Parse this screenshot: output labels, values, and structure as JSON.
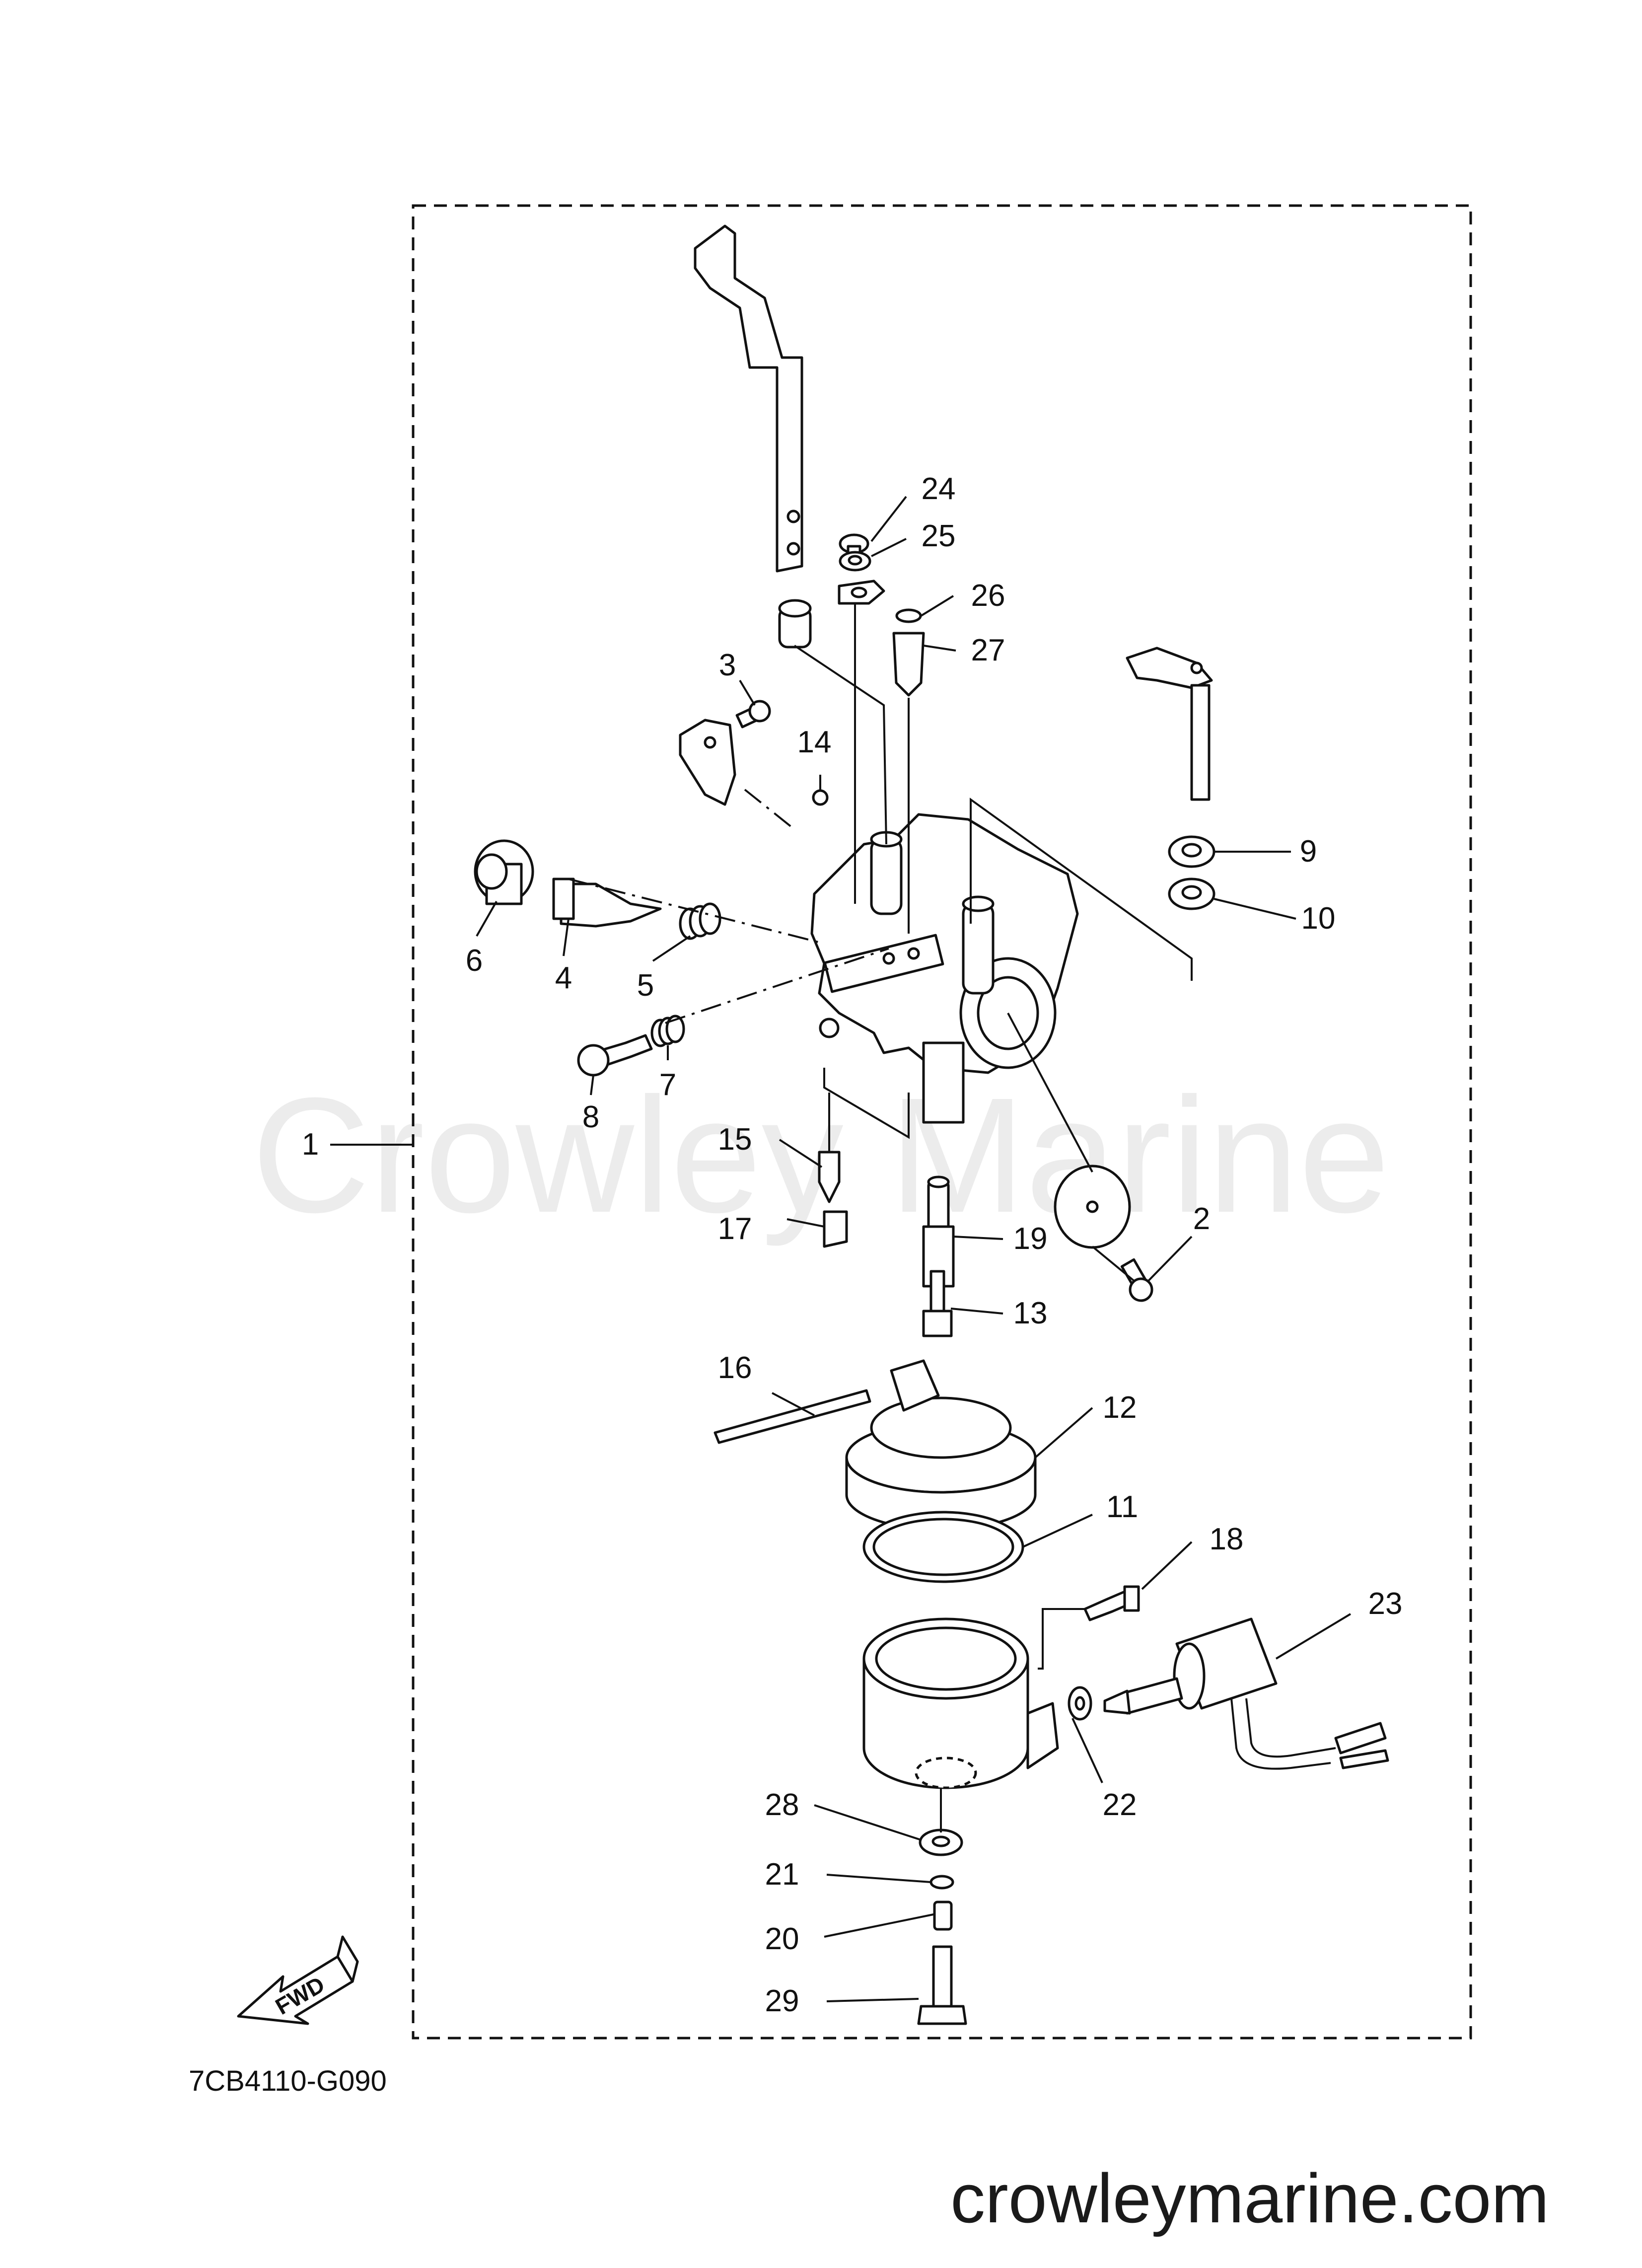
{
  "diagram": {
    "watermark": "Crowley Marine",
    "drawing_code": "7CB4110-G090",
    "website": "crowleymarine.com",
    "fwd_label": "FWD",
    "part_labels": [
      "1",
      "2",
      "3",
      "4",
      "5",
      "6",
      "7",
      "8",
      "9",
      "10",
      "11",
      "12",
      "13",
      "14",
      "15",
      "16",
      "17",
      "18",
      "19",
      "20",
      "21",
      "22",
      "23",
      "24",
      "25",
      "26",
      "27",
      "28",
      "29"
    ],
    "colors": {
      "ink": "#111111",
      "watermark": "#ececec",
      "background": "#ffffff"
    },
    "icons": [
      "fwd-arrow-icon"
    ]
  }
}
